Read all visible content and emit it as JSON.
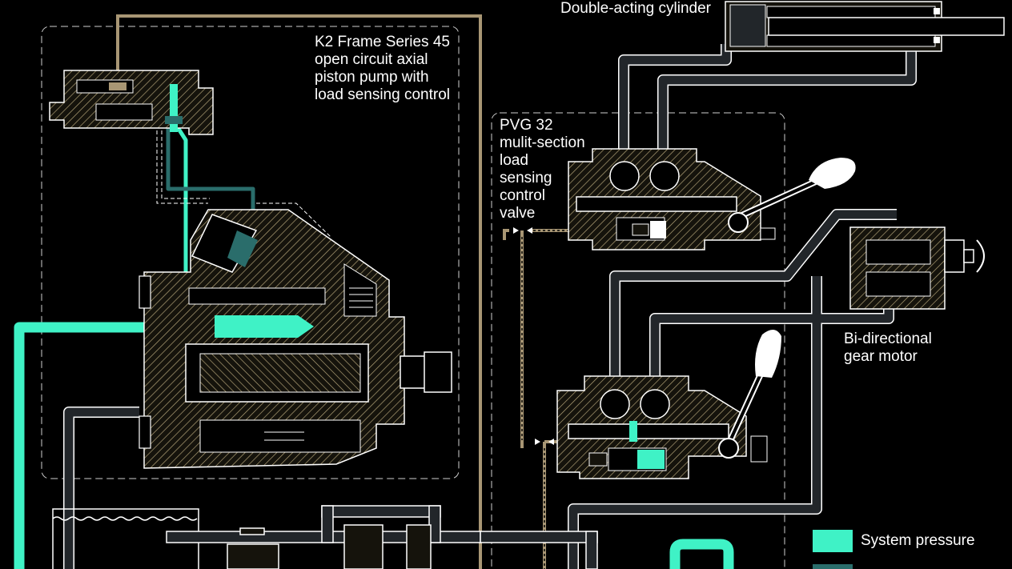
{
  "labels": {
    "cylinder": "Double-acting cylinder",
    "k2_pump": [
      "K2 Frame Series 45",
      "open circuit axial",
      "piston pump with",
      "load sensing control"
    ],
    "pvg_valve": [
      "PVG 32",
      "mulit-section",
      "load",
      "sensing",
      "control",
      "valve"
    ],
    "gear_motor": [
      "Bi-directional",
      "gear motor"
    ]
  },
  "legend": {
    "items": [
      {
        "label": "System pressure",
        "color": "#3ff2c6"
      },
      {
        "label": "",
        "color": "#2a6d6b"
      }
    ]
  },
  "colors": {
    "system_pressure": "#3ff2c6",
    "load_sense": "#2a6d6b",
    "pilot_line": "#a89674",
    "return_line": "#22262a",
    "housing_fill": "#1a1710",
    "hatch": "#c9b98e",
    "outline": "#ffffff",
    "background": "#000000"
  }
}
